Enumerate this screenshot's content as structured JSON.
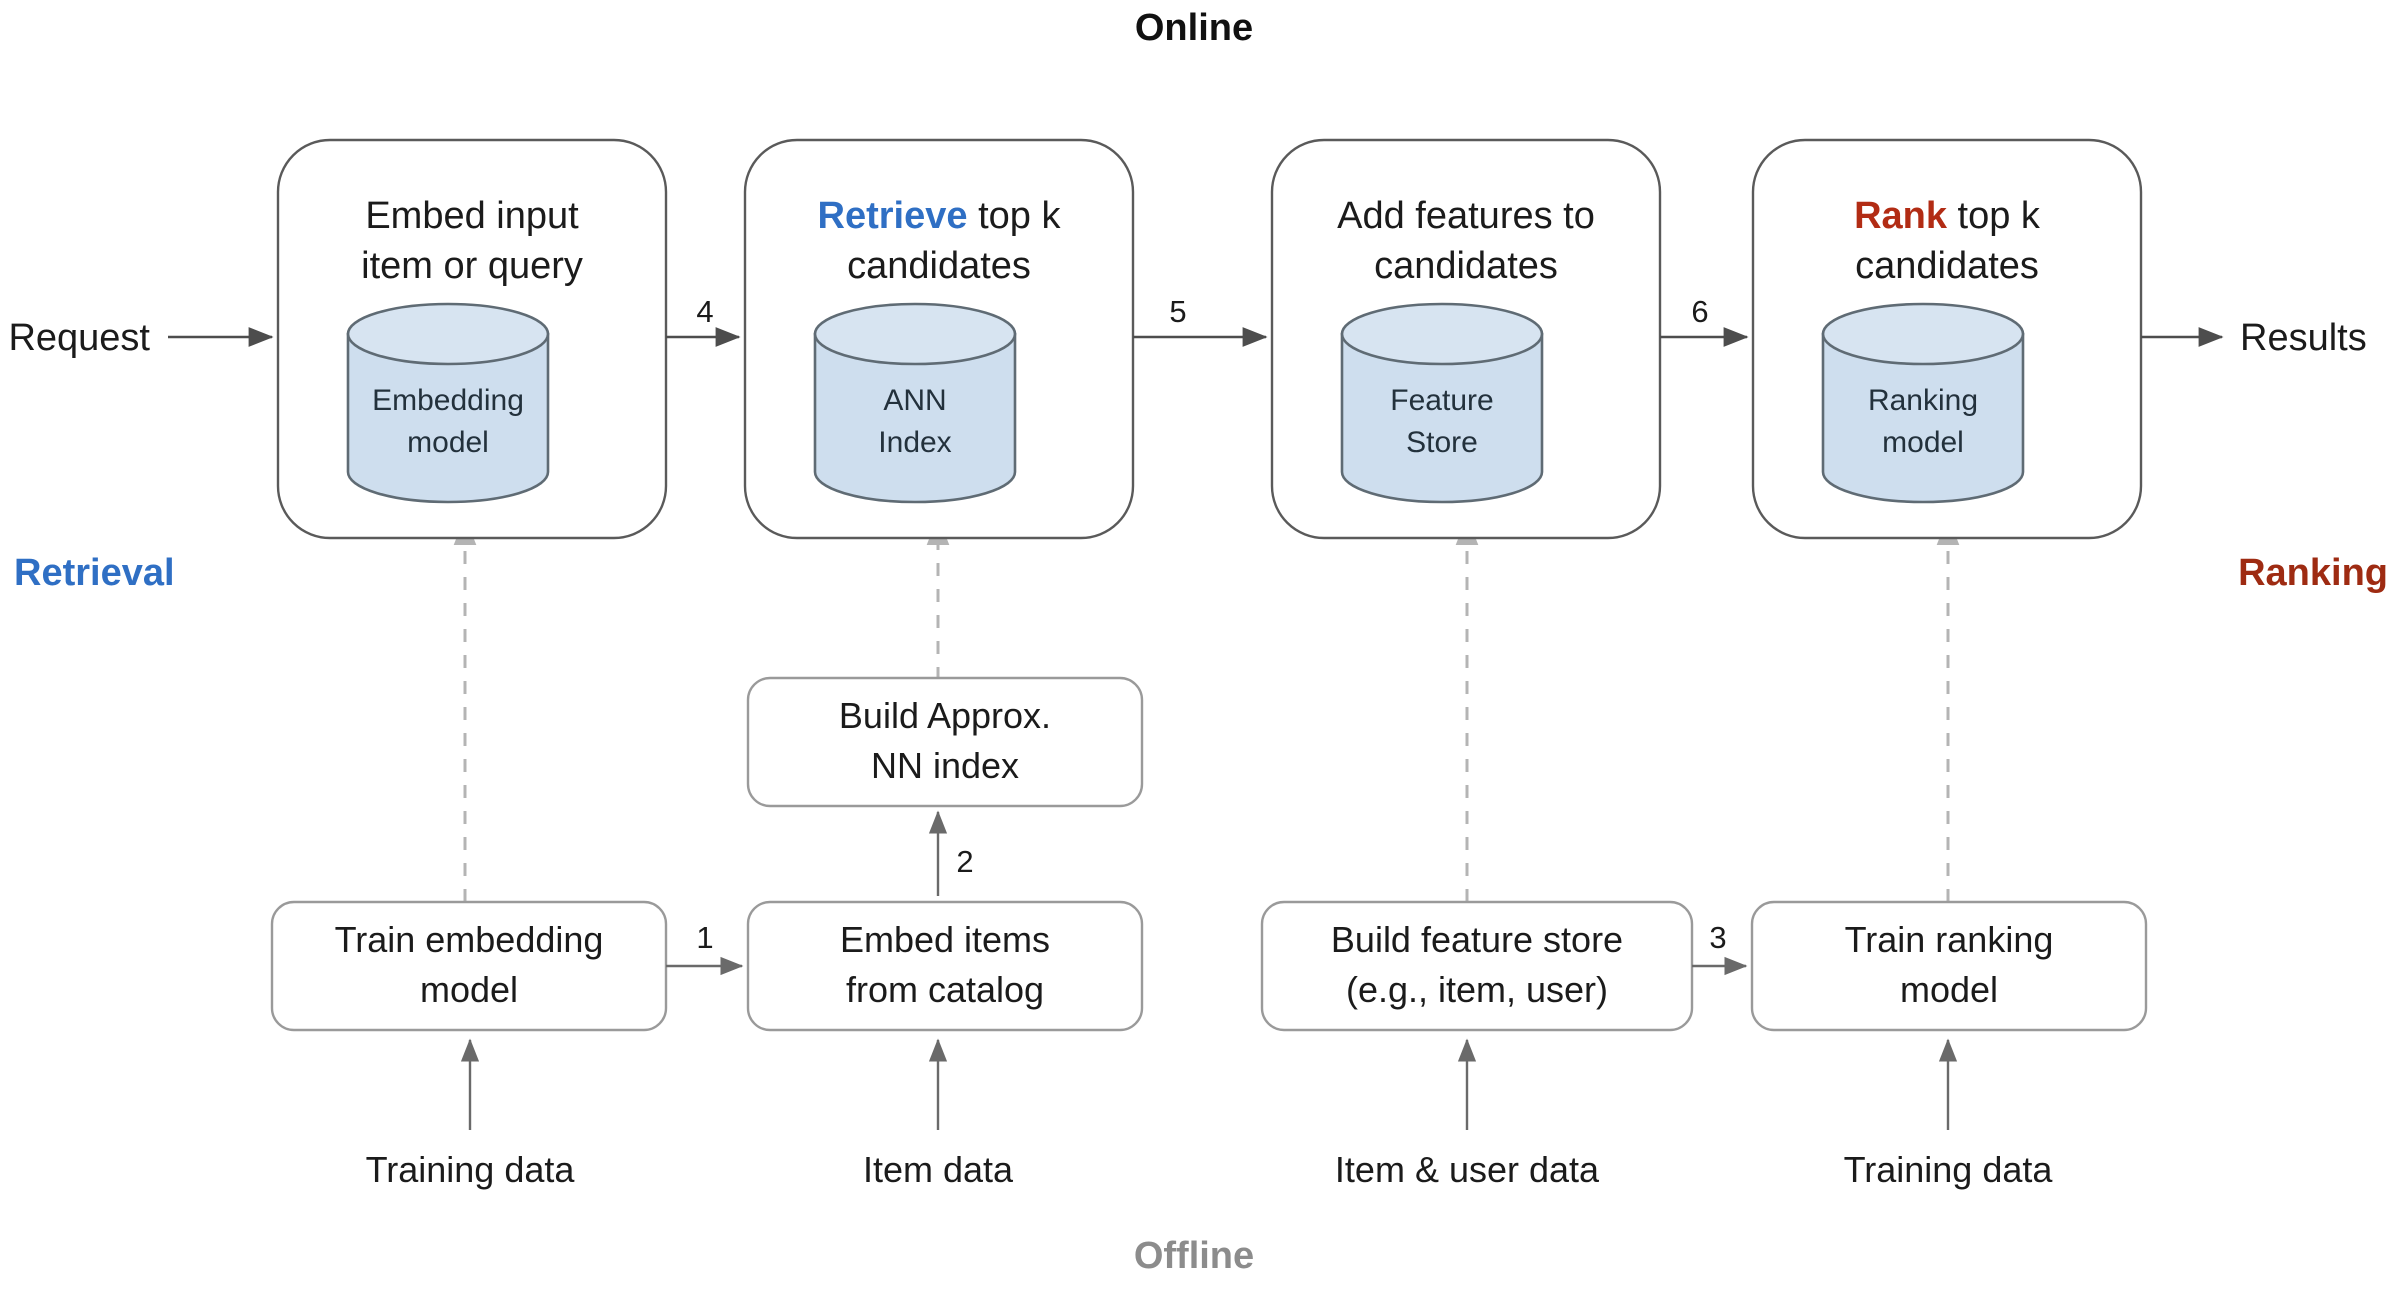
{
  "diagram": {
    "title_online": "Online",
    "title_offline": "Offline",
    "axis_left_label": "Retrieval",
    "axis_right_label": "Ranking",
    "input_label": "Request",
    "output_label": "Results",
    "colors": {
      "retrieval_blue": "#2f6fc4",
      "ranking_red": "#9e2b12",
      "rank_emphasis": "#b22c14",
      "cylinder_fill": "#cedeee",
      "cylinder_stroke": "#5f6b74",
      "stage_border": "#5a5a5a",
      "task_border": "#9a9a9a",
      "dashed_line": "#b4b4b4",
      "offline_gray": "#8c8c8c"
    },
    "online_stages": [
      {
        "id": "embed-input",
        "title_plain_1": "Embed input",
        "title_plain_2": "item or query",
        "emphasis": "",
        "store_line1": "Embedding",
        "store_line2": "model"
      },
      {
        "id": "retrieve-candidates",
        "title_plain_1": " top k",
        "title_plain_2": "candidates",
        "emphasis": "Retrieve",
        "store_line1": "ANN",
        "store_line2": "Index"
      },
      {
        "id": "add-features",
        "title_plain_1": "Add features to",
        "title_plain_2": "candidates",
        "emphasis": "",
        "store_line1": "Feature",
        "store_line2": "Store"
      },
      {
        "id": "rank-candidates",
        "title_plain_1": " top k",
        "title_plain_2": "candidates",
        "emphasis": "Rank",
        "store_line1": "Ranking",
        "store_line2": "model"
      }
    ],
    "offline_tasks": [
      {
        "id": "build-ann-index",
        "line1": "Build Approx.",
        "line2": "NN index"
      },
      {
        "id": "train-embedding-model",
        "line1": "Train embedding",
        "line2": "model"
      },
      {
        "id": "embed-items-from-catalog",
        "line1": "Embed items",
        "line2": "from catalog"
      },
      {
        "id": "build-feature-store",
        "line1": "Build feature store",
        "line2": "(e.g., item, user)"
      },
      {
        "id": "train-ranking-model",
        "line1": "Train ranking",
        "line2": "model"
      }
    ],
    "data_sources": [
      {
        "id": "training-data-embedding",
        "label": "Training data"
      },
      {
        "id": "item-data",
        "label": "Item data"
      },
      {
        "id": "item-and-user-data",
        "label": "Item & user data"
      },
      {
        "id": "training-data-ranking",
        "label": "Training data"
      }
    ],
    "step_numbers": {
      "s1": "1",
      "s2": "2",
      "s3": "3",
      "s4": "4",
      "s5": "5",
      "s6": "6"
    }
  }
}
